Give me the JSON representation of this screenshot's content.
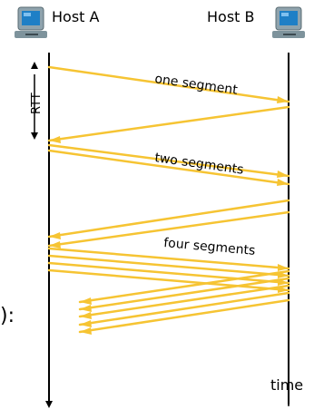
{
  "hosts": {
    "a_label": "Host A",
    "b_label": "Host B"
  },
  "timeline": {
    "rtt_label": "RTT",
    "time_label": "time",
    "cut_off_text": "):"
  },
  "annotations": {
    "one": "one segment",
    "two": "two segments",
    "four": "four segments"
  },
  "colors": {
    "arrow": "#F6C433",
    "timeline": "#000000",
    "monitor_screen": "#1E7FC6",
    "monitor_body": "#8FA3AD"
  },
  "icons": [
    "computer-icon",
    "computer-icon"
  ]
}
